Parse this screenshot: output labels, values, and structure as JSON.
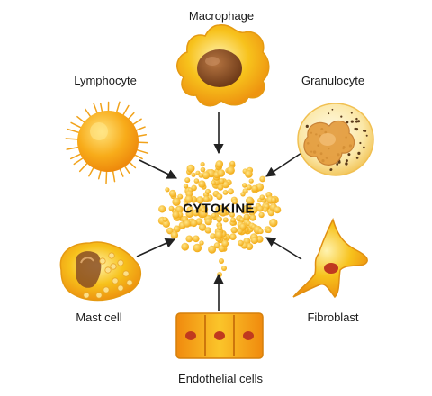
{
  "center": {
    "label": "CYTOKINE"
  },
  "cells": {
    "macrophage": "Macrophage",
    "lymphocyte": "Lymphocyte",
    "granulocyte": "Granulocyte",
    "mast_cell": "Mast cell",
    "fibroblast": "Fibroblast",
    "endothelial": "Endothelial cells"
  },
  "colors": {
    "cell_yellow": "#f7c21c",
    "cell_orange": "#f19a11",
    "nucleus_brown": "#8a4d22",
    "arrow": "#222222"
  }
}
